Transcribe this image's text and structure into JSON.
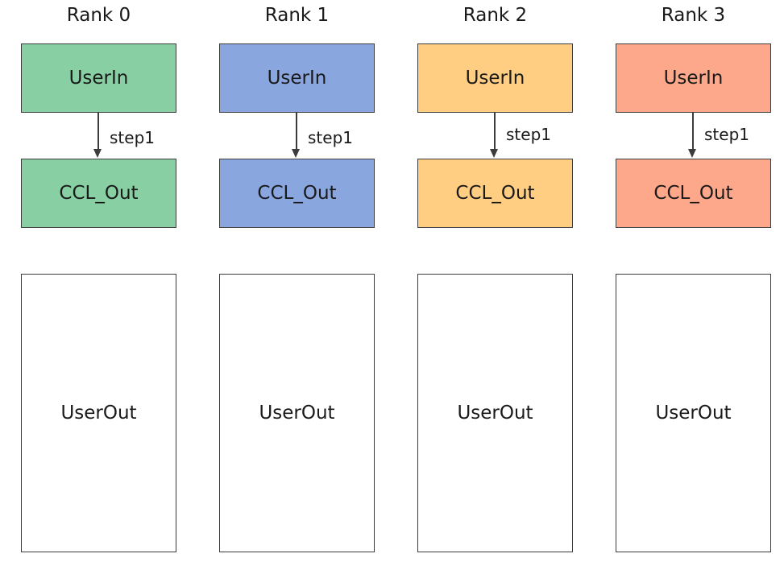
{
  "ranks": [
    {
      "title": "Rank 0",
      "userin": "UserIn",
      "step": "step1",
      "cclout": "CCL_Out",
      "userout": "UserOut",
      "color": "#88cfa4"
    },
    {
      "title": "Rank 1",
      "userin": "UserIn",
      "step": "step1",
      "cclout": "CCL_Out",
      "userout": "UserOut",
      "color": "#8aa6df"
    },
    {
      "title": "Rank 2",
      "userin": "UserIn",
      "step": "step1",
      "cclout": "CCL_Out",
      "userout": "UserOut",
      "color": "#ffce82"
    },
    {
      "title": "Rank 3",
      "userin": "UserIn",
      "step": "step1",
      "cclout": "CCL_Out",
      "userout": "UserOut",
      "color": "#fda88a"
    }
  ]
}
